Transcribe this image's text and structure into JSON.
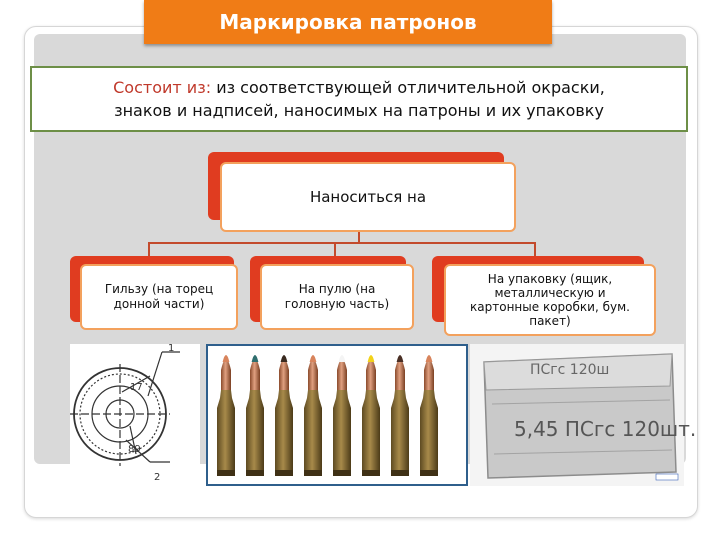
{
  "title": "Маркировка патронов",
  "definition": {
    "label": "Состоит из:",
    "text_line1": "из соответствующей отличительной окраски,",
    "text_line2": "знаков и надписей, наносимых на патроны и их упаковку"
  },
  "hierarchy": {
    "root": "Наноситься на",
    "children": [
      {
        "line1": "Гильзу (на торец",
        "line2": "донной части)"
      },
      {
        "line1": "На пулю (на",
        "line2": "головную часть)"
      },
      {
        "line1": "На упаковку (ящик,",
        "line2": "металлическую и",
        "line3": "картонные коробки, бум.",
        "line4": "пакет)"
      }
    ]
  },
  "images": {
    "drawing_labels": [
      "1",
      "17",
      "89",
      "2"
    ],
    "bullet_tip_colors": [
      "#d8845c",
      "#2f6e6e",
      "#3a2a20",
      "#d8845c",
      "#f4f4f4",
      "#f2d21a",
      "#4a2f25",
      "#d8845c"
    ],
    "package_text": "5,45 ПСгс 120шт.",
    "package_top_text": "ПСгс 120ш"
  },
  "colors": {
    "title_bg": "#f07c16",
    "definition_border": "#6d8f47",
    "label_red": "#c0392b",
    "card_border": "#f3a15d",
    "card_shadow": "#e03c20",
    "connector": "#c34a2c"
  }
}
